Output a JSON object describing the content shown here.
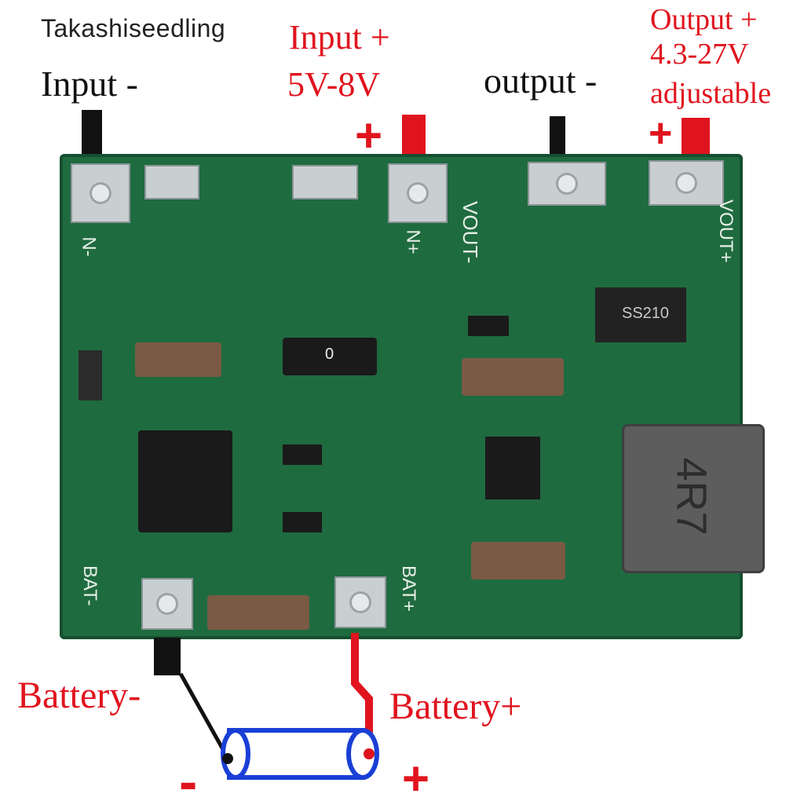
{
  "watermark": "Takashiseedling",
  "labels": {
    "input_minus": "Input -",
    "input_plus_line1": "Input +",
    "input_plus_line2": "5V-8V",
    "output_minus": "output -",
    "output_plus_line1": "Output +",
    "output_plus_line2": "4.3-27V",
    "output_plus_line3": "adjustable",
    "battery_minus": "Battery-",
    "battery_plus": "Battery+",
    "plus_sign": "+",
    "minus_sign": "-"
  },
  "board_silk": {
    "n_minus": "N-",
    "n_plus": "N+",
    "vout_minus": "VOUT-",
    "vout_plus": "VOUT+",
    "bat_minus": "BAT-",
    "bat_plus": "BAT+",
    "inductor": "4R7",
    "diode": "SS210",
    "resistor": "0"
  },
  "colors": {
    "red": "#e0141e",
    "black": "#111111",
    "blue": "#1a3fd6",
    "pcb_green": "#1f6b40"
  }
}
